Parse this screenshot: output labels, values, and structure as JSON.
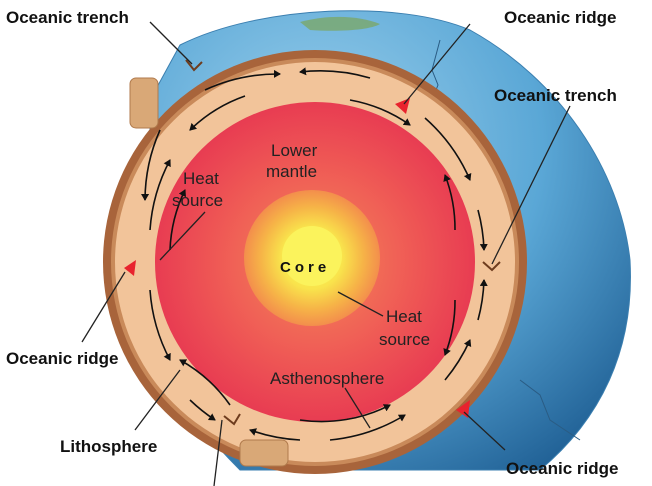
{
  "labels": {
    "oceanic_trench_top_left": "Oceanic trench",
    "oceanic_ridge_top_right": "Oceanic ridge",
    "oceanic_trench_right": "Oceanic trench",
    "oceanic_ridge_left": "Oceanic ridge",
    "lithosphere": "Lithosphere",
    "oceanic_ridge_bottom_right": "Oceanic ridge",
    "lower_mantle_line1": "Lower",
    "lower_mantle_line2": "mantle",
    "heat_source_upper_line1": "Heat",
    "heat_source_upper_line2": "source",
    "core": "Core",
    "heat_source_core_line1": "Heat",
    "heat_source_core_line2": "source",
    "asthenosphere": "Asthenosphere"
  },
  "colors": {
    "ocean_surface": "#4f9fd0",
    "crust": "#a8643b",
    "asthenosphere": "#f2c49a",
    "lower_mantle": "#ef5257",
    "core_outer": "#f8c64a",
    "core_inner": "#fbf35c",
    "ridge_marker": "#e8232e"
  },
  "icons": {
    "convection_arrows": "convection-arrow-icon",
    "ridge_markers": "ridge-marker-icon"
  }
}
